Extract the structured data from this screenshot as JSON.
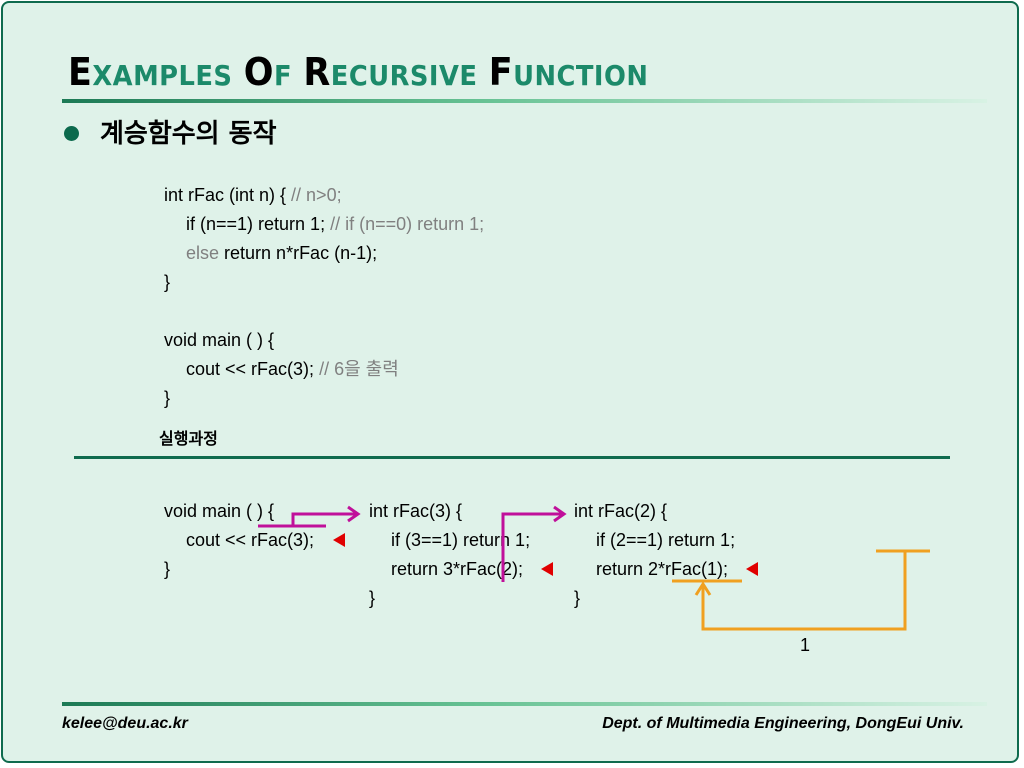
{
  "colors": {
    "accent": "#1c8a6a",
    "rule": "#0f6b4e",
    "background": "#dff2e9",
    "call_arrow": "#c0109a",
    "return_arrow": "#f0a020",
    "marker": "#e00000",
    "comment": "#808080"
  },
  "title": {
    "w1_cap": "E",
    "w1_rest": "XAMPLES",
    "w2_cap": "O",
    "w2_rest": "F",
    "w3_cap": "R",
    "w3_rest": "ECURSIVE",
    "w4_cap": "F",
    "w4_rest": "UNCTION"
  },
  "bullet": {
    "icon": "filled-circle-bullet-icon",
    "text": "계승함수의 동작"
  },
  "code_top": {
    "l1_code": "int rFac (int n) { ",
    "l1_comment": "// n>0;",
    "l2_code": "if (n==1) return 1; ",
    "l2_comment": "// if (n==0) return 1;",
    "l3_keyword": "else",
    "l3_code": " return n*rFac (n-1);",
    "l4": "}",
    "l5": "void main ( ) {",
    "l6_code": "cout << rFac(3); ",
    "l6_comment": "// 6을 출력",
    "l7": "}"
  },
  "subheading": "실행과정",
  "trace": {
    "col1": [
      "void main ( ) {",
      "cout << rFac(3);",
      "}"
    ],
    "col2": [
      "int rFac(3) {",
      "if (3==1) return 1;",
      "return 3*rFac(2);",
      "}"
    ],
    "col3": [
      "int rFac(2) {",
      "if (2==1) return 1;",
      "return 2*rFac(1);",
      "}"
    ],
    "return_value": "1"
  },
  "footer": {
    "left": "kelee@deu.ac.kr",
    "right": "Dept. of Multimedia Engineering, DongEui Univ."
  }
}
